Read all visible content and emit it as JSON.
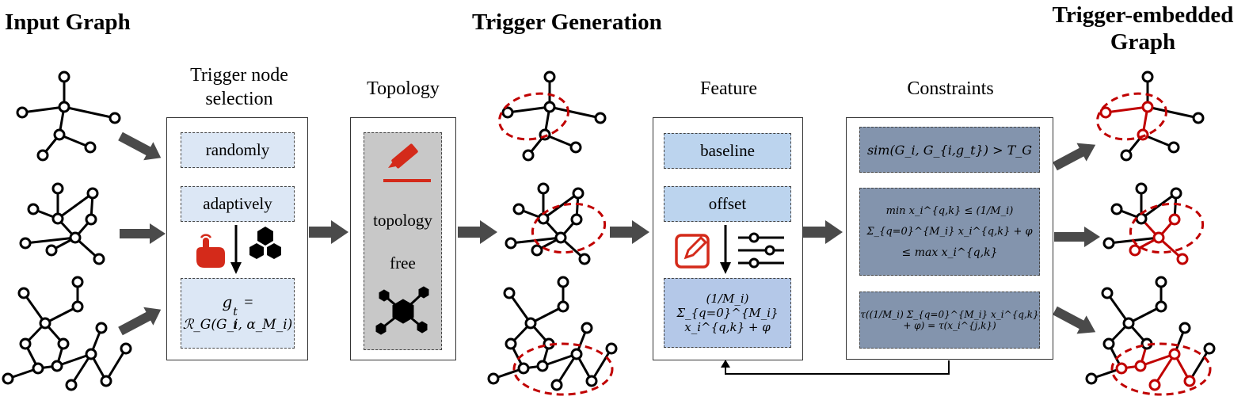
{
  "headers": {
    "input_graph": "Input Graph",
    "trigger_generation": "Trigger Generation",
    "trigger_embedded": "Trigger-embedded Graph"
  },
  "columns": {
    "trigger_node_selection": "Trigger node selection",
    "topology": "Topology",
    "feature": "Feature",
    "constraints": "Constraints"
  },
  "selection": {
    "randomly": "randomly",
    "adaptively": "adaptively",
    "formula_lhs": "g",
    "formula_sup": "t",
    "formula_sub": "i",
    "formula_eq": "=",
    "formula_rhs": "ℛ_G(G_i, α_M_i)"
  },
  "topology": {
    "line1": "topology",
    "line2": "free"
  },
  "feature": {
    "baseline": "baseline",
    "offset": "offset",
    "formula": "(1/M_i) Σ_{q=0}^{M_i} x_i^{q,k} + φ"
  },
  "constraints": {
    "c1": "sim(G_i, G_{i,g_t}) > T_G",
    "c2_line1": "min x_i^{q,k} ≤ (1/M_i) Σ_{q=0}^{M_i} x_i^{q,k} + φ",
    "c2_line2": "≤ max x_i^{q,k}",
    "c3": "τ((1/M_i) Σ_{q=0}^{M_i} x_i^{q,k} + φ) = τ(x_i^{j,k})"
  },
  "icons": {
    "pointer": "hand-pointer-icon",
    "molecule": "hexagon-cluster-icon",
    "pencil": "pencil-underline-icon",
    "network": "hexagon-network-icon",
    "edit": "edit-square-icon",
    "sliders": "sliders-icon"
  },
  "colors": {
    "accent_red": "#c00000",
    "light_blue": "#dce7f5",
    "mid_blue": "#bcd4ee",
    "slate": "#8394ad",
    "arrow_gray": "#4a4a4a"
  }
}
